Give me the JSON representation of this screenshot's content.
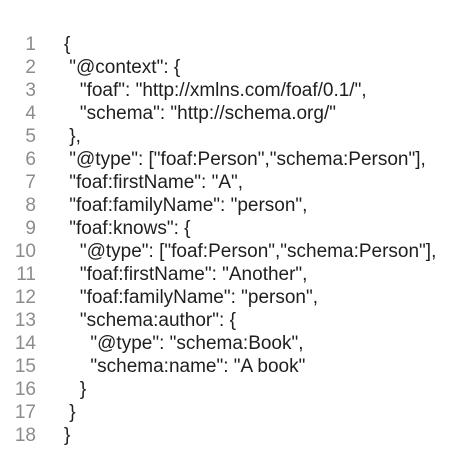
{
  "document": {
    "lines": [
      {
        "number": "1",
        "text": "{"
      },
      {
        "number": "2",
        "text": " \"@context\": {"
      },
      {
        "number": "3",
        "text": "   \"foaf\": \"http://xmlns.com/foaf/0.1/\","
      },
      {
        "number": "4",
        "text": "   \"schema\": \"http://schema.org/\""
      },
      {
        "number": "5",
        "text": " },"
      },
      {
        "number": "6",
        "text": " \"@type\": [\"foaf:Person\",\"schema:Person\"],"
      },
      {
        "number": "7",
        "text": " \"foaf:firstName\": \"A\","
      },
      {
        "number": "8",
        "text": " \"foaf:familyName\": \"person\","
      },
      {
        "number": "9",
        "text": " \"foaf:knows\": {"
      },
      {
        "number": "10",
        "text": "   \"@type\": [\"foaf:Person\",\"schema:Person\"],"
      },
      {
        "number": "11",
        "text": "   \"foaf:firstName\": \"Another\","
      },
      {
        "number": "12",
        "text": "   \"foaf:familyName\": \"person\","
      },
      {
        "number": "13",
        "text": "   \"schema:author\": {"
      },
      {
        "number": "14",
        "text": "     \"@type\": \"schema:Book\","
      },
      {
        "number": "15",
        "text": "     \"schema:name\": \"A book\""
      },
      {
        "number": "16",
        "text": "   }"
      },
      {
        "number": "17",
        "text": " }"
      },
      {
        "number": "18",
        "text": "}"
      }
    ]
  }
}
